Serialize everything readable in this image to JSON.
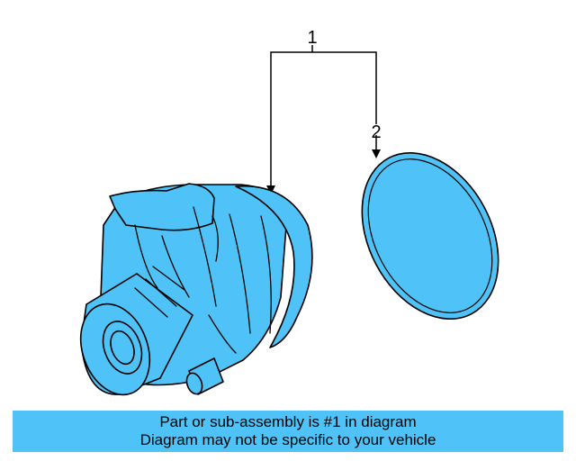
{
  "callouts": {
    "assembly": "1",
    "gasket": "2"
  },
  "parts": {
    "assembly_icon": "water-pump-icon",
    "gasket_icon": "gasket-icon"
  },
  "caption": {
    "line1": "Part or sub-assembly is #1 in diagram",
    "line2": "Diagram may not be specific to your vehicle"
  },
  "colors": {
    "part_fill": "#4FC3F7",
    "caption_background": "#4FC3F7",
    "line": "#000000"
  }
}
